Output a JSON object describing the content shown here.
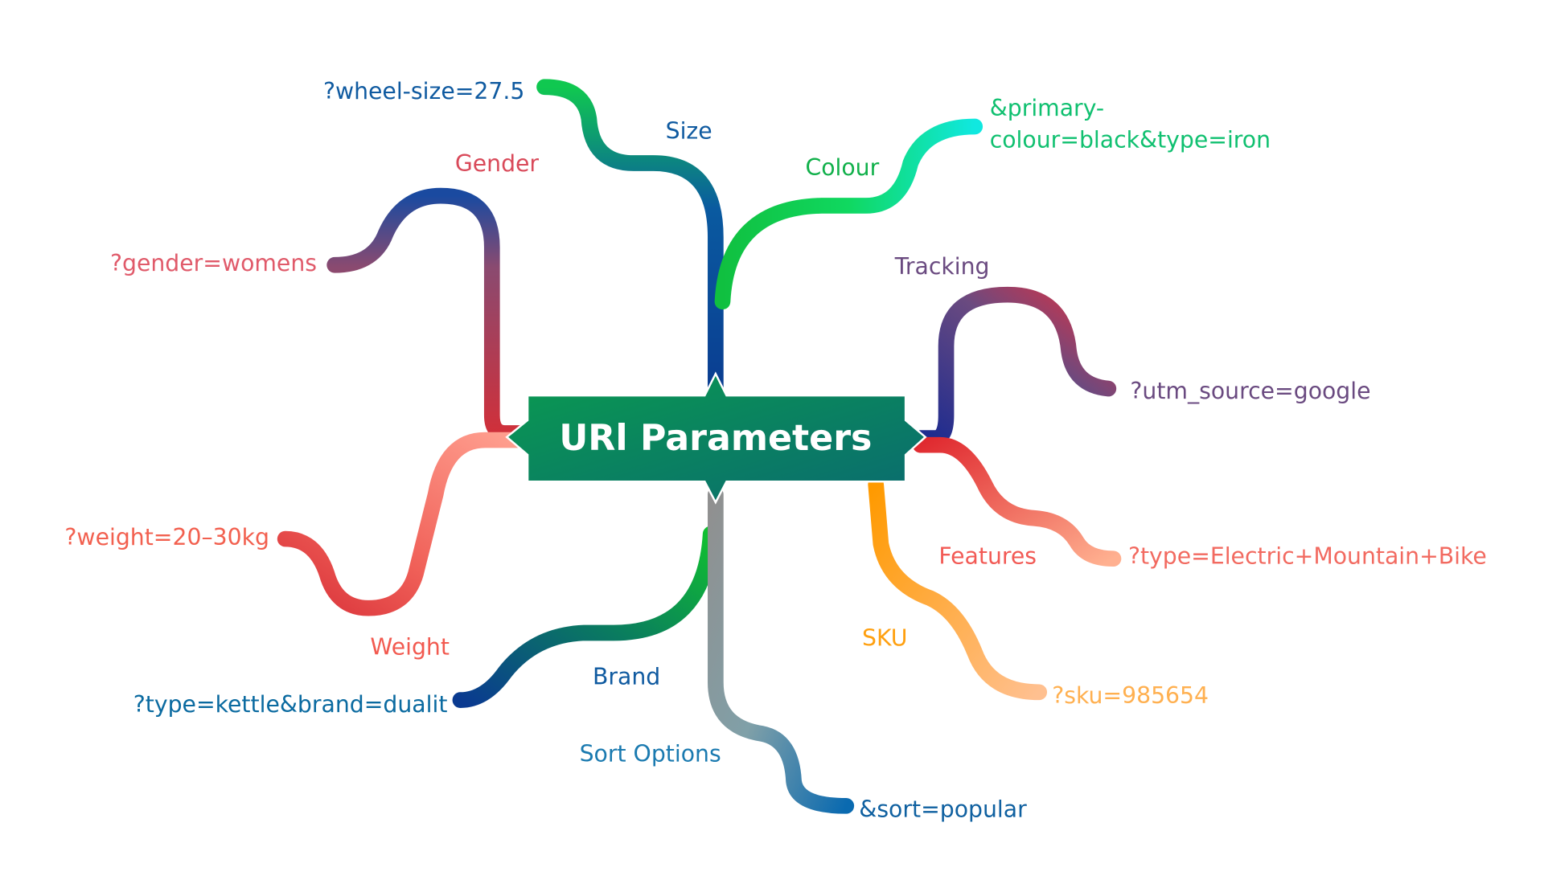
{
  "title": "URl Parameters",
  "branches": [
    {
      "id": "size",
      "label": "Size",
      "value": "?wheel-size=27.5",
      "label_color": "#0f5aa0",
      "value_color": "#0f5aa0"
    },
    {
      "id": "colour",
      "label": "Colour",
      "value_line1": "&primary-",
      "value_line2": "colour=black&type=iron",
      "label_color": "#10b04a",
      "value_color": "#10c070"
    },
    {
      "id": "gender",
      "label": "Gender",
      "value": "?gender=womens",
      "label_color": "#d94a5a",
      "value_color": "#e05a6a"
    },
    {
      "id": "weight",
      "label": "Weight",
      "value": "?weight=20–30kg",
      "label_color": "#f25a50",
      "value_color": "#f2604f"
    },
    {
      "id": "brand",
      "label": "Brand",
      "value": "?type=kettle&brand=dualit",
      "label_color": "#0f5aa0",
      "value_color": "#0a6aa0"
    },
    {
      "id": "sort",
      "label": "Sort Options",
      "value": "&sort=popular",
      "label_color": "#1a7ab0",
      "value_color": "#0f60a0"
    },
    {
      "id": "tracking",
      "label": "Tracking",
      "value": "?utm_source=google",
      "label_color": "#6a4a80",
      "value_color": "#6a4a80"
    },
    {
      "id": "features",
      "label": "Features",
      "value": "?type=Electric+Mountain+Bike",
      "label_color": "#f25a55",
      "value_color": "#f26a60"
    },
    {
      "id": "sku",
      "label": "SKU",
      "value": "?sku=985654",
      "label_color": "#ffa010",
      "value_color": "#ffb050"
    }
  ]
}
